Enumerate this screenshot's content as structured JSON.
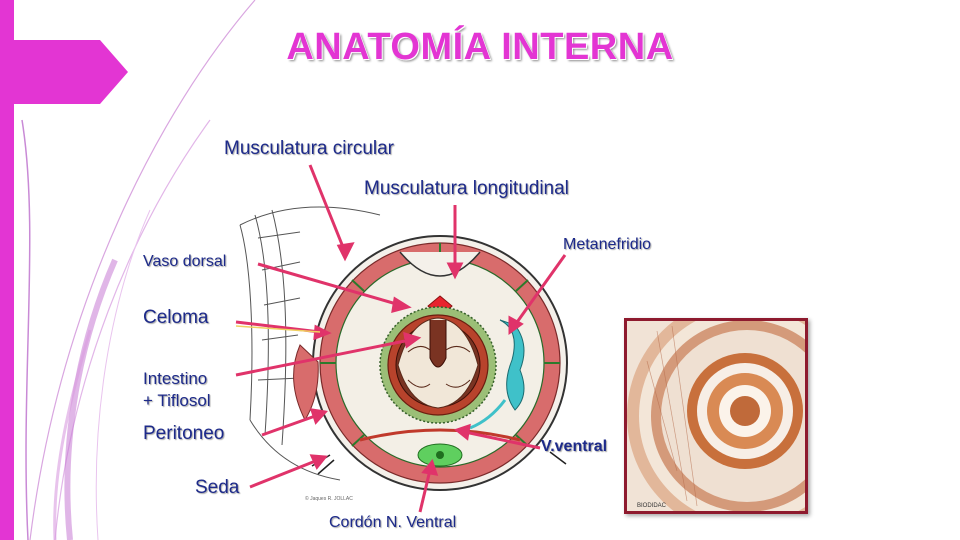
{
  "slide": {
    "title": "ANATOMÍA INTERNA",
    "accent_color": "#e335d3",
    "label_color": "#1d2a8a",
    "arrow_color": "#e0336a"
  },
  "labels": {
    "musculatura_circular": "Musculatura circular",
    "musculatura_longitudinal": "Musculatura longitudinal",
    "metanefridio": "Metanefridio",
    "vaso_dorsal": "Vaso dorsal",
    "celoma": "Celoma",
    "intestino_line1": "Intestino",
    "intestino_line2": "+ Tiflosol",
    "peritoneo": "Peritoneo",
    "v_ventral": "V.ventral",
    "seda": "Seda",
    "cordon_ventral": "Cordón N. Ventral"
  },
  "photo": {
    "description_icon": "histology-section-photo",
    "caption": "BIODIDAC"
  }
}
